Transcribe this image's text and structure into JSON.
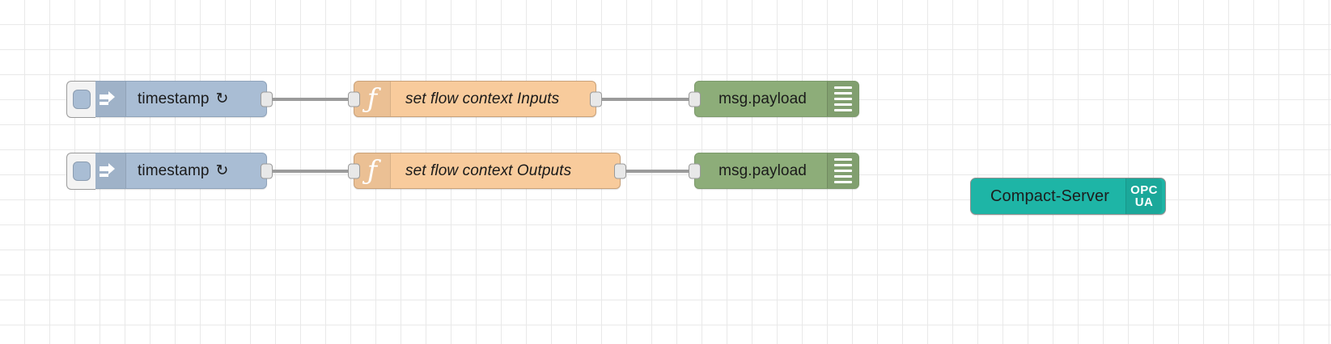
{
  "canvas": {
    "name": "node-red-flow-canvas",
    "grid_size": 31,
    "grid_color": "#e9e9e9",
    "background": "#ffffff"
  },
  "colors": {
    "inject": "#a9bdd4",
    "function": "#f8cb9c",
    "debug": "#8dad79",
    "opcua": "#1eb5a6",
    "wire": "#9b9b9b",
    "port": "#e8e8e8"
  },
  "flows": [
    {
      "row": 1,
      "inject": {
        "label": "timestamp",
        "repeat_icon": "↻",
        "icon": "inject-arrow-icon"
      },
      "function": {
        "label": "set flow context Inputs",
        "icon": "function-f-icon"
      },
      "debug": {
        "label": "msg.payload",
        "icon": "debug-lines-icon"
      }
    },
    {
      "row": 2,
      "inject": {
        "label": "timestamp",
        "repeat_icon": "↻",
        "icon": "inject-arrow-icon"
      },
      "function": {
        "label": "set flow context Outputs",
        "icon": "function-f-icon"
      },
      "debug": {
        "label": "msg.payload",
        "icon": "debug-lines-icon"
      }
    }
  ],
  "opcua_server": {
    "label": "Compact-Server",
    "badge_line1": "OPC",
    "badge_line2": "UA",
    "icon": "opcua-badge-icon"
  }
}
